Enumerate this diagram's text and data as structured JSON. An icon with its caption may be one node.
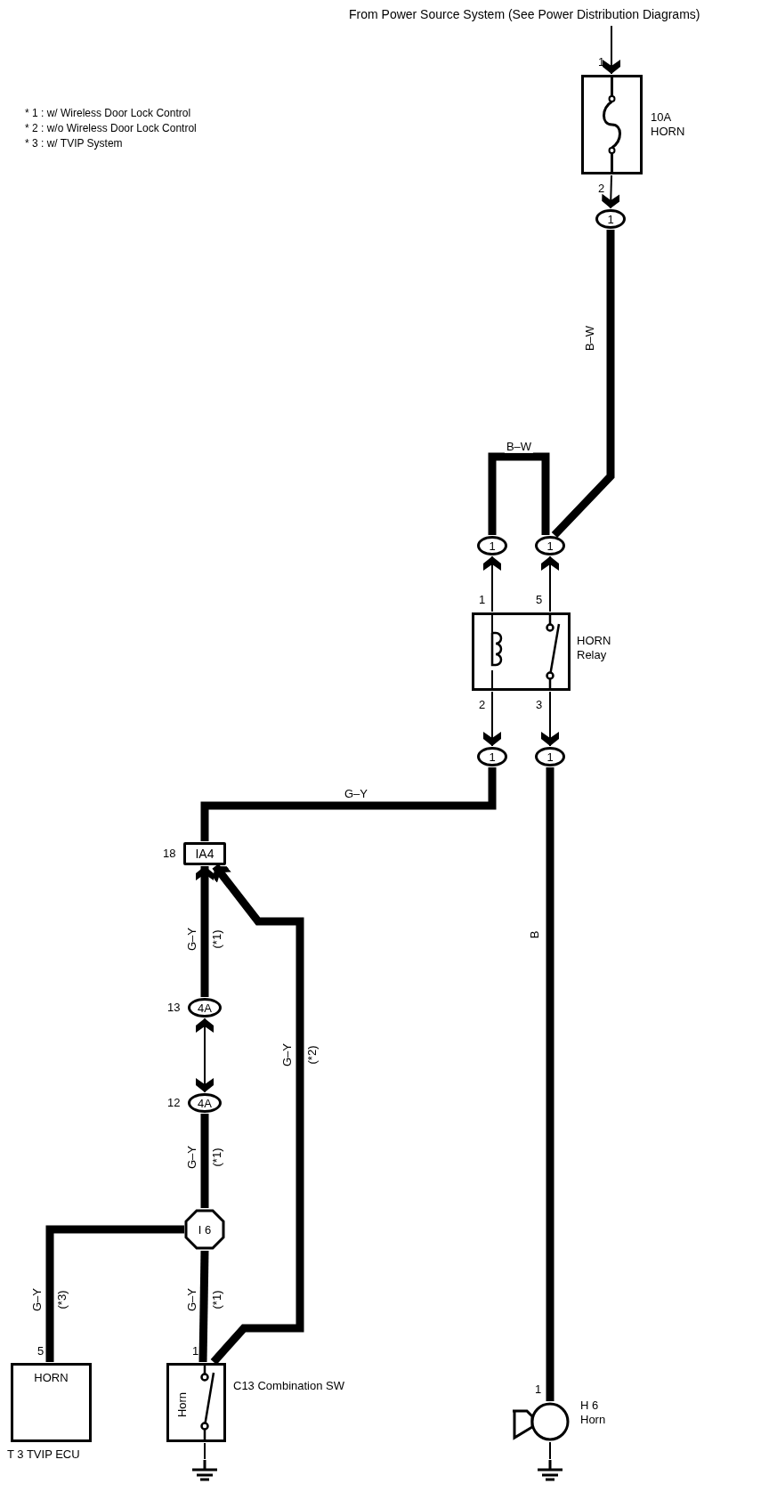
{
  "diagram": {
    "nodes": [
      {
        "text": [
          "From Power Source System (See Power Distribution Diagrams)"
        ]
      },
      {
        "text": [],
        "shape": "box",
        "beside": [
          "1",
          "10A HORN",
          "2"
        ]
      },
      {
        "text": [
          "1"
        ]
      },
      {
        "text": [
          "1"
        ]
      },
      {
        "text": [
          "1"
        ]
      },
      {
        "text": [],
        "shape": "box",
        "beside": [
          "1",
          "5",
          "HORN Relay",
          "2",
          "3"
        ]
      },
      {
        "text": [
          "1"
        ]
      },
      {
        "text": [
          "1"
        ]
      },
      {
        "text": [
          "IA4"
        ],
        "beside": [
          "18"
        ]
      },
      {
        "text": [
          "4A"
        ],
        "beside": [
          "13"
        ]
      },
      {
        "text": [
          "4A"
        ],
        "beside": [
          "12"
        ]
      },
      {
        "text": [
          "I 6"
        ]
      },
      {
        "text": [
          "HORN"
        ],
        "beside": [
          "5",
          "T 3 TVIP ECU"
        ]
      },
      {
        "text": [
          "Horn"
        ],
        "beside": [
          "1",
          "C13 Combination SW"
        ]
      },
      {
        "text": [],
        "shape": "horn",
        "beside": [
          "1",
          "H 6 Horn"
        ]
      },
      {
        "text": [],
        "shape": "ground"
      },
      {
        "text": [],
        "shape": "ground"
      }
    ],
    "edges": [
      {
        "from": 0,
        "to": 1,
        "arrow": "to"
      },
      {
        "from": 1,
        "to": 2,
        "arrow": "to"
      },
      {
        "from": 2,
        "to": 4,
        "arrow": "none",
        "style": "thick",
        "label": "B–W"
      },
      {
        "from": 4,
        "to": 3,
        "arrow": "none",
        "style": "thick",
        "label": "B–W"
      },
      {
        "from": 5,
        "to": 3,
        "arrow": "to"
      },
      {
        "from": 5,
        "to": 4,
        "arrow": "to"
      },
      {
        "from": 5,
        "to": 6,
        "arrow": "to"
      },
      {
        "from": 5,
        "to": 7,
        "arrow": "to"
      },
      {
        "from": 6,
        "to": 8,
        "arrow": "none",
        "style": "thick",
        "label": "G–Y"
      },
      {
        "from": 9,
        "to": 8,
        "arrow": "to",
        "style": "thick",
        "label": "G–Y (*1)"
      },
      {
        "from": 13,
        "to": 8,
        "arrow": "to",
        "style": "thick",
        "label": "G–Y (*2)"
      },
      {
        "from": 10,
        "to": 9,
        "arrow": "both"
      },
      {
        "from": 10,
        "to": 11,
        "arrow": "none",
        "style": "thick",
        "label": "G–Y (*1)"
      },
      {
        "from": 11,
        "to": 13,
        "arrow": "none",
        "style": "thick",
        "label": "G–Y (*1)"
      },
      {
        "from": 11,
        "to": 12,
        "arrow": "none",
        "style": "thick",
        "label": "G–Y (*3)"
      },
      {
        "from": 7,
        "to": 14,
        "arrow": "none",
        "style": "thick",
        "label": "B"
      },
      {
        "from": 13,
        "to": 15,
        "arrow": "none"
      },
      {
        "from": 14,
        "to": 16,
        "arrow": "none"
      }
    ],
    "labels": [
      "* 1 : w/ Wireless Door Lock Control",
      "* 2 : w/o Wireless Door Lock Control",
      "* 3 : w/ TVIP System"
    ]
  }
}
